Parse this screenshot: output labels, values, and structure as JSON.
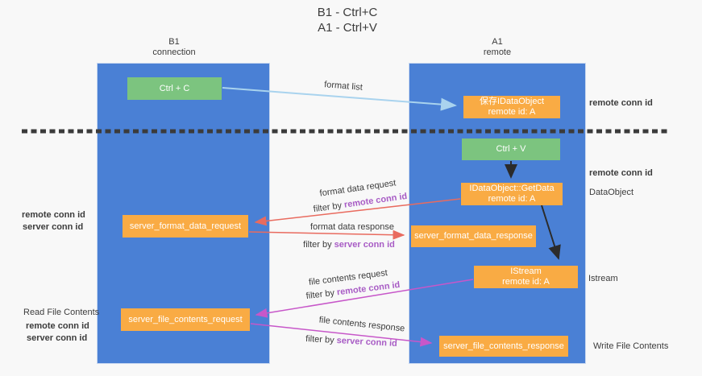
{
  "title": {
    "line1": "B1 - Ctrl+C",
    "line2": "A1 - Ctrl+V"
  },
  "columns": {
    "left": {
      "name": "B1",
      "role": "connection"
    },
    "right": {
      "name": "A1",
      "role": "remote"
    }
  },
  "nodes": {
    "ctrl_c": "Ctrl + C",
    "ctrl_v": "Ctrl + V",
    "save_dataobject": {
      "line1": "保存IDataObject",
      "line2": "remote id: A"
    },
    "getdata": {
      "line1": "IDataObject::GetData",
      "line2": "remote id: A"
    },
    "istream": {
      "line1": "IStream",
      "line2": "remote id: A"
    },
    "format_request": "server_format_data_request",
    "format_response": "server_format_data_response",
    "file_request": "server_file_contents_request",
    "file_response": "server_file_contents_response"
  },
  "arrow_labels": {
    "format_list": "format list",
    "format_data_request": "format data request",
    "format_data_response": "format data response",
    "file_contents_request": "file contents request",
    "file_contents_response": "file contents response",
    "filter_by": "filter by ",
    "remote_conn_id": "remote conn id",
    "server_conn_id": "server conn id"
  },
  "side_labels": {
    "remote_conn_id": "remote conn id",
    "server_conn_id": "server conn id",
    "dataobject": "DataObject",
    "istream": "Istream",
    "read_file_contents": "Read File Contents",
    "write_file_contents": "Write File Contents"
  },
  "colors": {
    "background": "#f8f8f8",
    "column_blue": "#4a80d5",
    "box_green": "#7cc47f",
    "box_orange": "#f9ab44",
    "arrow_light_blue": "#a9d3ee",
    "arrow_black": "#2b2b2b",
    "arrow_red": "#e96b5f",
    "arrow_magenta": "#c757c9",
    "label_purple": "#a85cc5",
    "label_green": "#5fb163",
    "dashed_line": "#3b3b3b"
  }
}
